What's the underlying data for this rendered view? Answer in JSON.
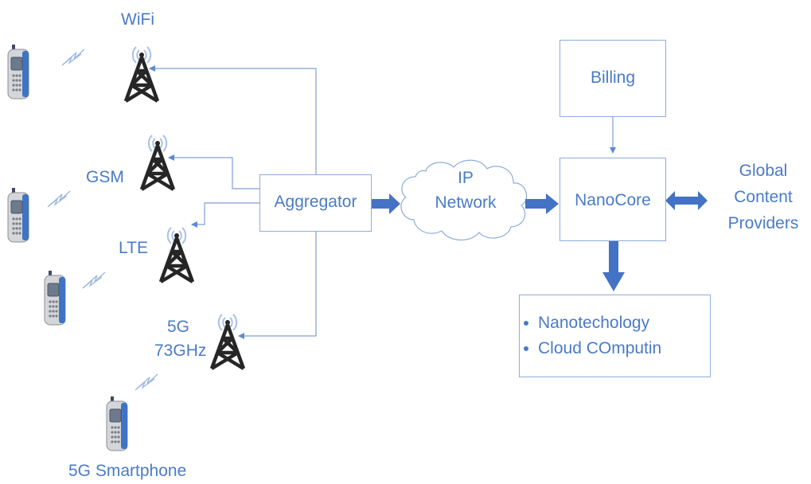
{
  "towers": {
    "wifi": "WiFi",
    "gsm": "GSM",
    "lte": "LTE",
    "fiveg_line1": "5G",
    "fiveg_line2": "73GHz"
  },
  "phone_label": "5G Smartphone",
  "nodes": {
    "aggregator": "Aggregator",
    "ip_network_line1": "IP",
    "ip_network_line2": "Network",
    "billing": "Billing",
    "nanocore": "NanoCore",
    "providers_line1": "Global",
    "providers_line2": "Content",
    "providers_line3": "Providers"
  },
  "services": {
    "items": [
      "Nanotechology",
      "Cloud COmputin"
    ]
  },
  "colors": {
    "accent": "#4a7bc8",
    "line": "#7f9fd4",
    "box_border": "#8fadd9",
    "arrow_fill": "#4472c4",
    "tower": "#262626"
  }
}
